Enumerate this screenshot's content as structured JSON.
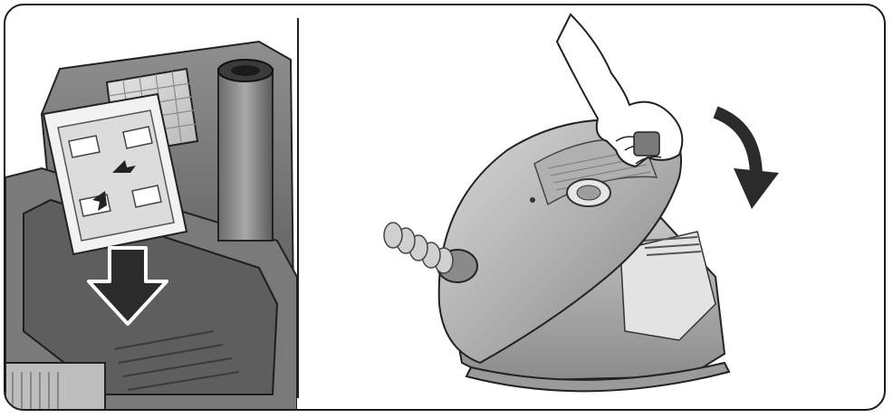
{
  "illustration": {
    "left_panel": {
      "step": "remove-filter-grille",
      "arrow": "down-arrow"
    },
    "right_panel": {
      "step": "open-lid",
      "arrow": "rotate-clockwise-arrow"
    }
  },
  "colors": {
    "frame": "#1a1a1a",
    "body_light": "#c9c9c9",
    "body_mid": "#9e9e9e",
    "body_dark": "#5a5a5a",
    "arrow": "#2b2b2b"
  }
}
